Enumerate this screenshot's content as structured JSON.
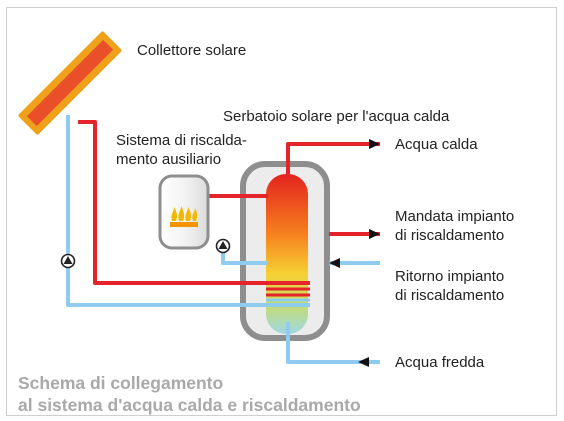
{
  "labels": {
    "collector": "Collettore solare",
    "tank": "Serbatoio solare per l'acqua calda",
    "aux_line1": "Sistema di riscalda-",
    "aux_line2": "mento ausiliario",
    "hot_water": "Acqua calda",
    "supply_line1": "Mandata impianto",
    "supply_line2": "di riscaldamento",
    "return_line1": "Ritorno impianto",
    "return_line2": "di riscaldamento",
    "cold_water": "Acqua fredda"
  },
  "caption": {
    "line1": "Schema di collegamento",
    "line2": "al sistema d'acqua calda e riscaldamento"
  },
  "colors": {
    "hot_pipe": "#e4232b",
    "cold_pipe": "#8fcbee",
    "tank_shell": "#8e8e8e",
    "collector_frame": "#f0a11a",
    "collector_panel": "#e9502a"
  },
  "icons": [
    "pump-icon",
    "flame-icon",
    "arrow-icon"
  ]
}
